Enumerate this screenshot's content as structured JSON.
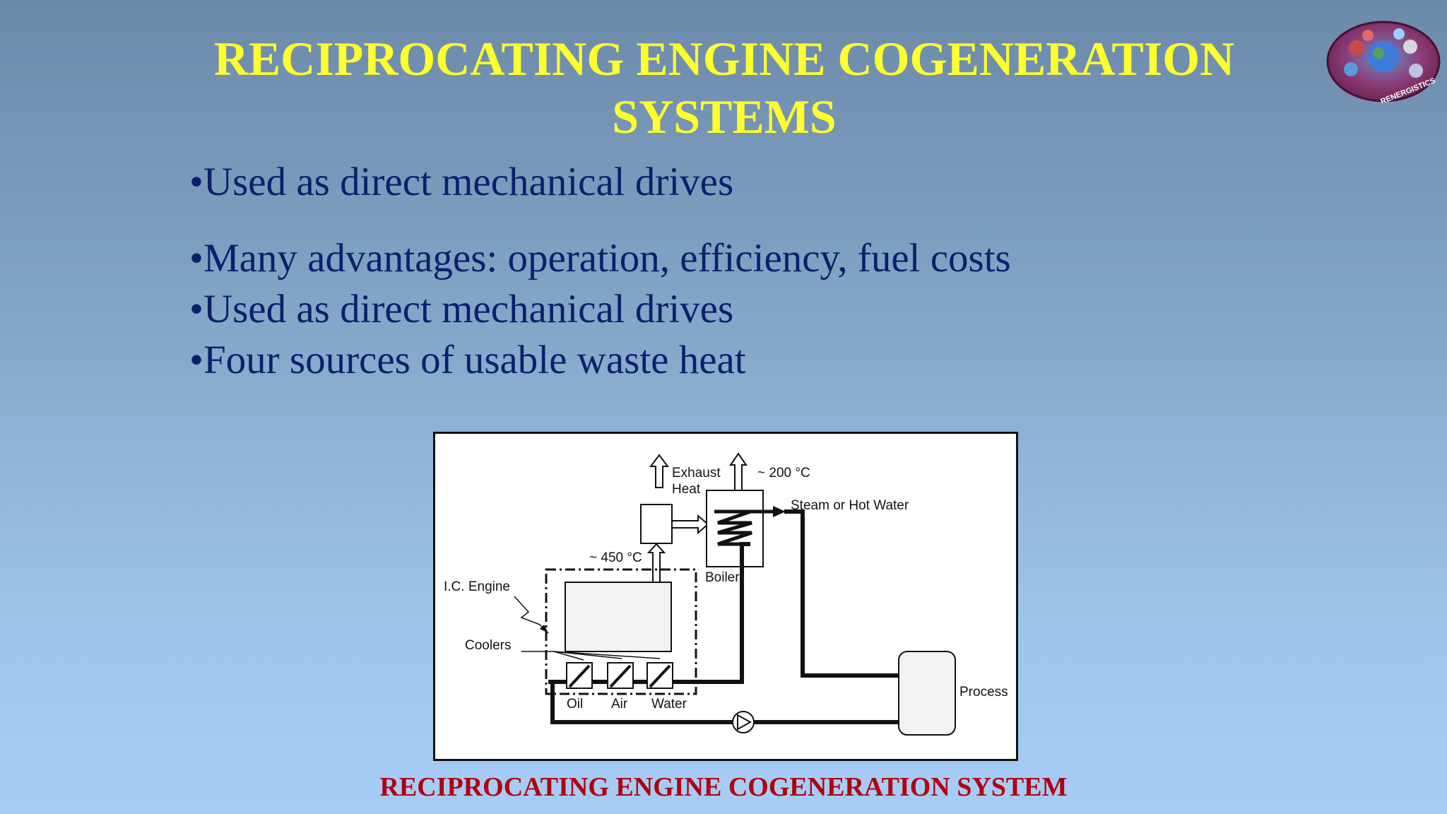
{
  "slide": {
    "title_line1": "RECIPROCATING ENGINE COGENERATION",
    "title_line2": "SYSTEMS",
    "logo_text": "RENERGISTICS",
    "bullets": [
      "•Used as direct mechanical drives",
      "•Many advantages: operation, efficiency, fuel costs",
      "•Used as direct mechanical drives",
      "•Four sources of usable waste heat"
    ],
    "caption": "RECIPROCATING ENGINE COGENERATION SYSTEM"
  },
  "diagram": {
    "labels": {
      "exhaust_line1": "Exhaust",
      "exhaust_line2": "Heat",
      "temp_boiler": "~ 200 °C",
      "steam": "Steam or Hot Water",
      "temp_engine": "~ 450 °C",
      "engine": "I.C. Engine",
      "boiler": "Boiler",
      "coolers": "Coolers",
      "oil": "Oil",
      "air": "Air",
      "water": "Water",
      "process": "Process"
    }
  },
  "colors": {
    "title": "#ffff2e",
    "bullet_text": "#0d1f6b",
    "caption": "#b0000e",
    "background_top": "#6c8aaa",
    "background_bottom": "#a7cdf6"
  }
}
